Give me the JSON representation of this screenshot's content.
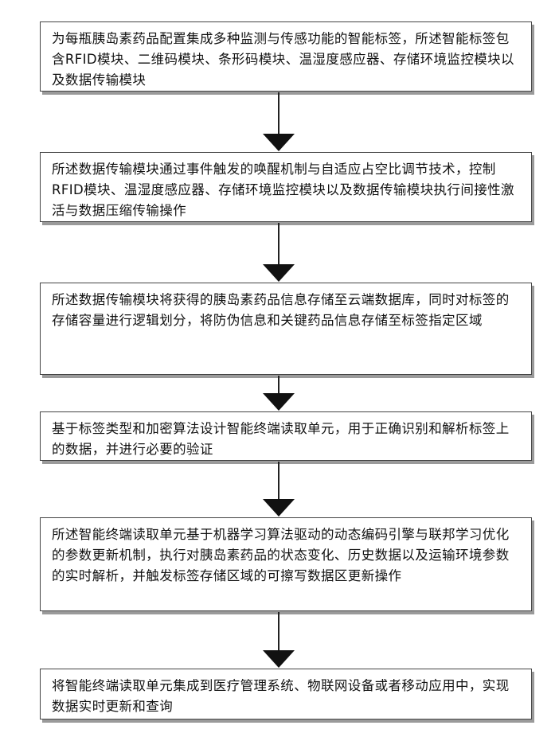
{
  "steps": [
    {
      "text": "为每瓶胰岛素药品配置集成多种监测与传感功能的智能标签，所述智能标签包含RFID模块、二维码模块、条形码模块、温湿度感应器、存储环境监控模块以及数据传输模块"
    },
    {
      "text": "所述数据传输模块通过事件触发的唤醒机制与自适应占空比调节技术，控制RFID模块、温湿度感应器、存储环境监控模块以及数据传输模块执行间接性激活与数据压缩传输操作"
    },
    {
      "text": "所述数据传输模块将获得的胰岛素药品信息存储至云端数据库，同时对标签的存储容量进行逻辑划分，将防伪信息和关键药品信息存储至标签指定区域"
    },
    {
      "text": "基于标签类型和加密算法设计智能终端读取单元，用于正确识别和解析标签上的数据，并进行必要的验证"
    },
    {
      "text": "所述智能终端读取单元基于机器学习算法驱动的动态编码引擎与联邦学习优化的参数更新机制，执行对胰岛素药品的状态变化、历史数据以及运输环境参数的实时解析，并触发标签存储区域的可擦写数据区更新操作"
    },
    {
      "text": "将智能终端读取单元集成到医疗管理系统、物联网设备或者移动应用中，实现数据实时更新和查询"
    }
  ]
}
